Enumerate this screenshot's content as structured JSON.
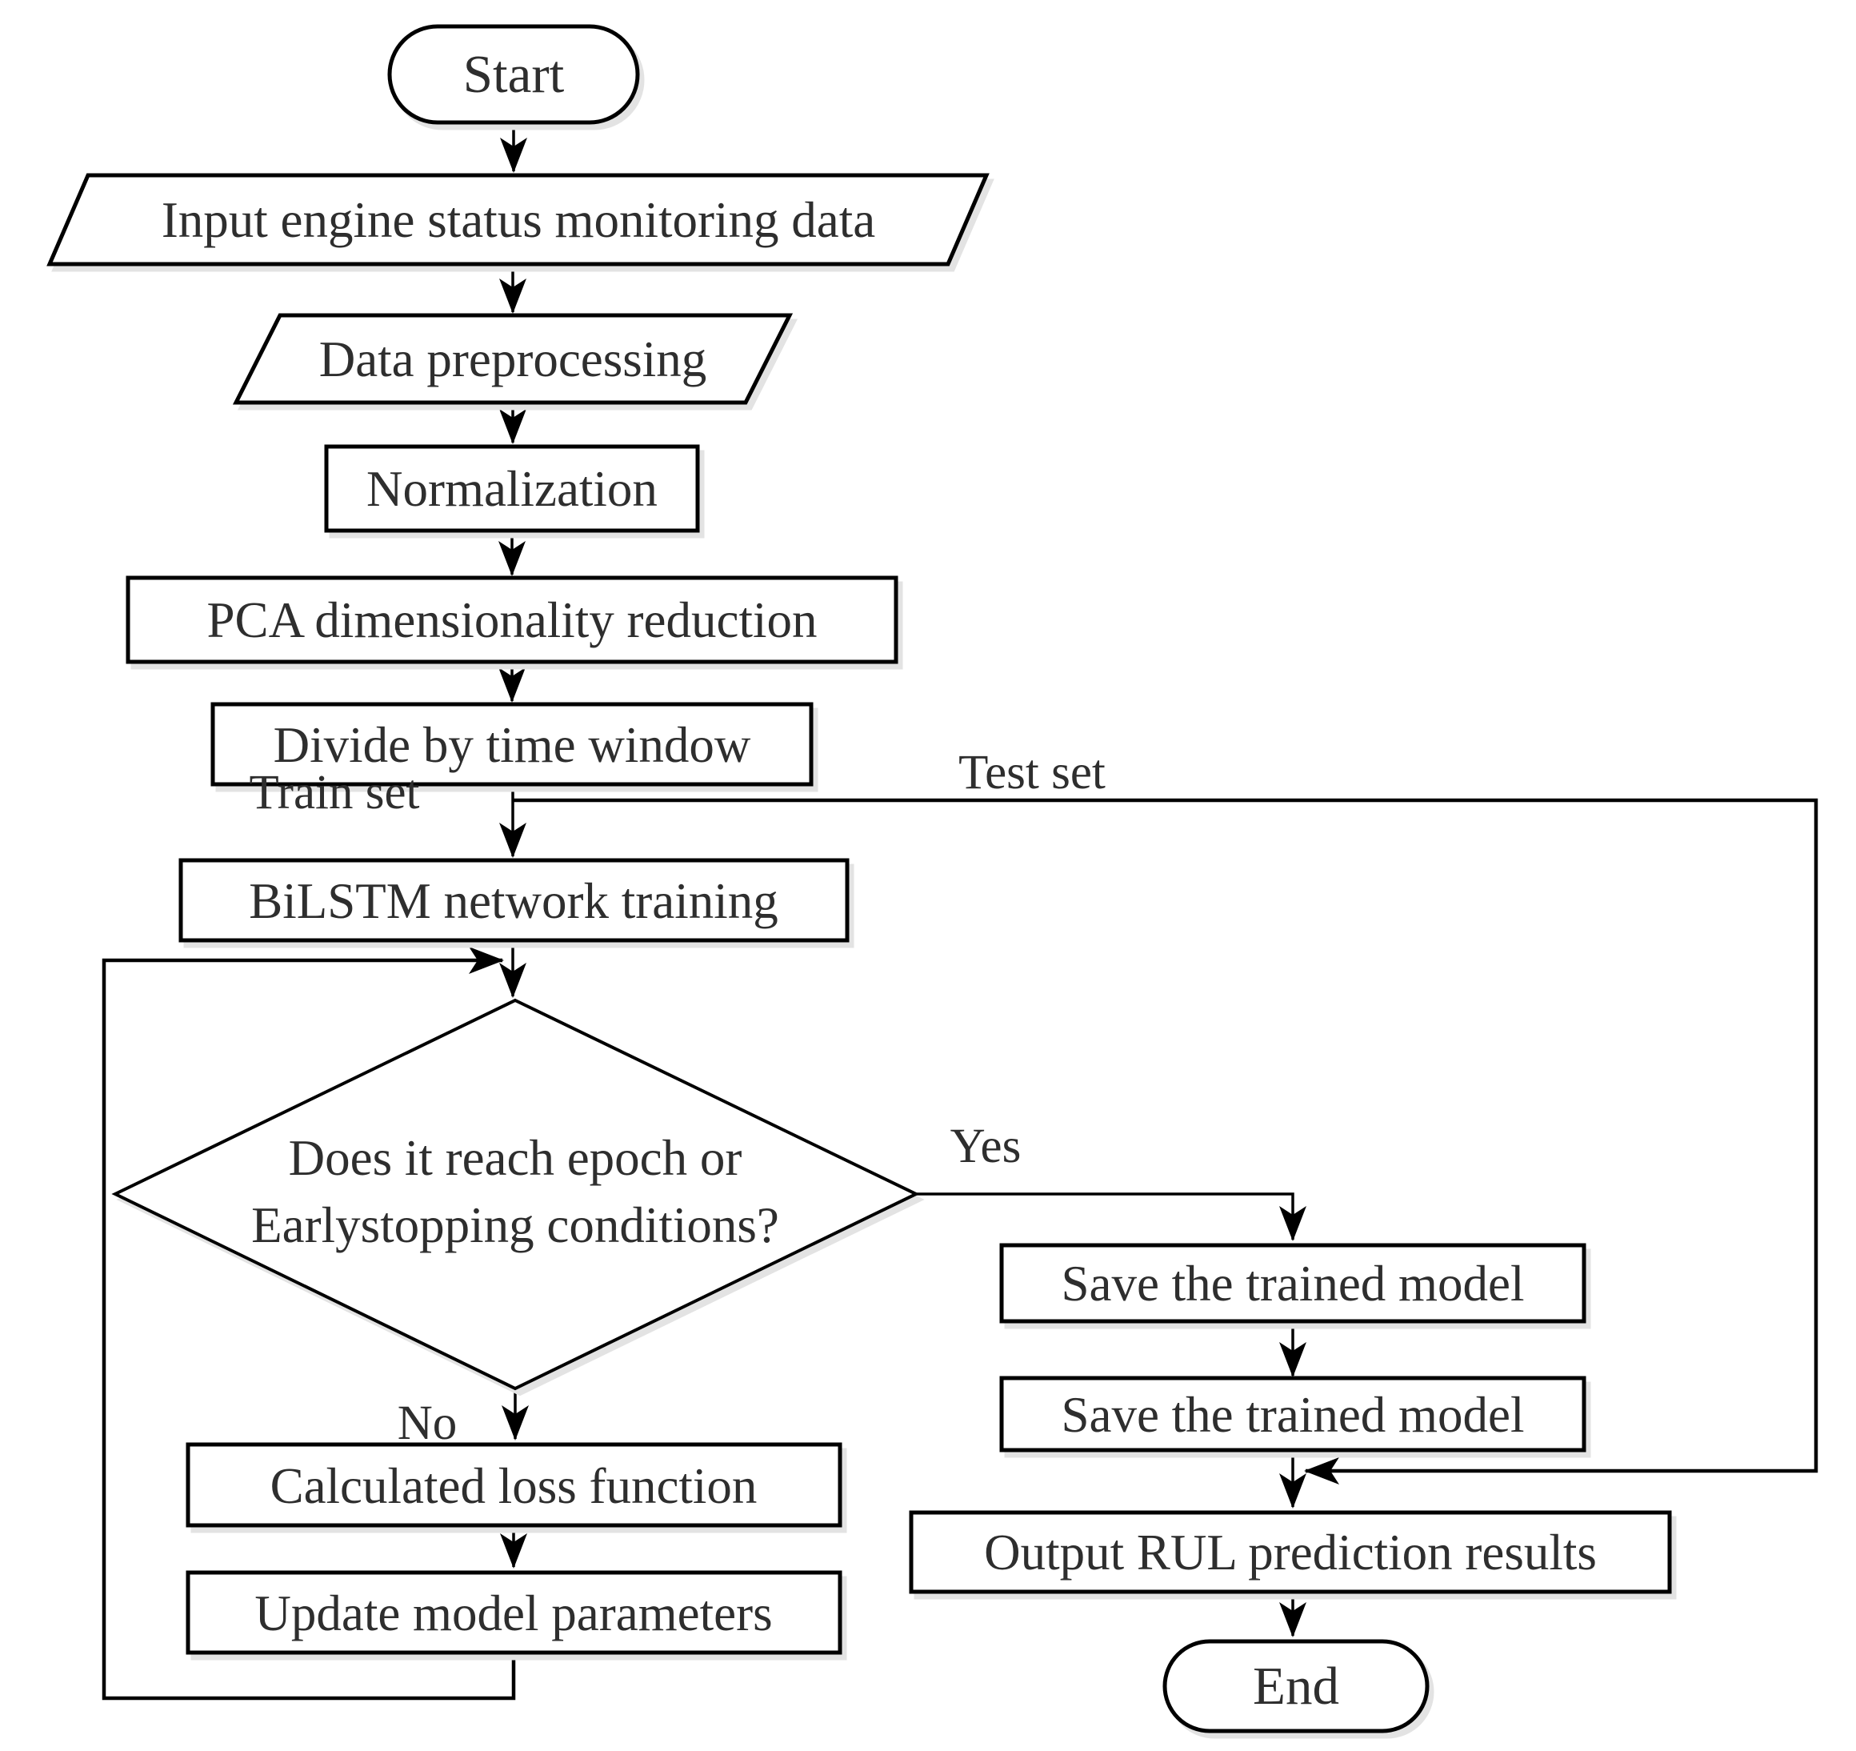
{
  "flowchart": {
    "nodes": {
      "start": "Start",
      "input_data": "Input engine status monitoring data",
      "preprocessing": "Data preprocessing",
      "normalization": "Normalization",
      "pca": "PCA dimensionality reduction",
      "divide_window": "Divide by time window",
      "bilstm_training": "BiLSTM network training",
      "decision_line1": "Does it reach epoch or",
      "decision_line2": "Earlystopping conditions?",
      "calc_loss": "Calculated loss function",
      "update_params": "Update model parameters",
      "save_model_1": "Save the trained model",
      "save_model_2": "Save the trained model",
      "output_rul": "Output RUL prediction results",
      "end": "End"
    },
    "edge_labels": {
      "train_set": "Train set",
      "test_set": "Test set",
      "yes": "Yes",
      "no": "No"
    },
    "colors": {
      "stroke": "#000000",
      "fill": "#ffffff",
      "text": "#2e2e2e",
      "shadow": "#e3e3e3"
    }
  }
}
